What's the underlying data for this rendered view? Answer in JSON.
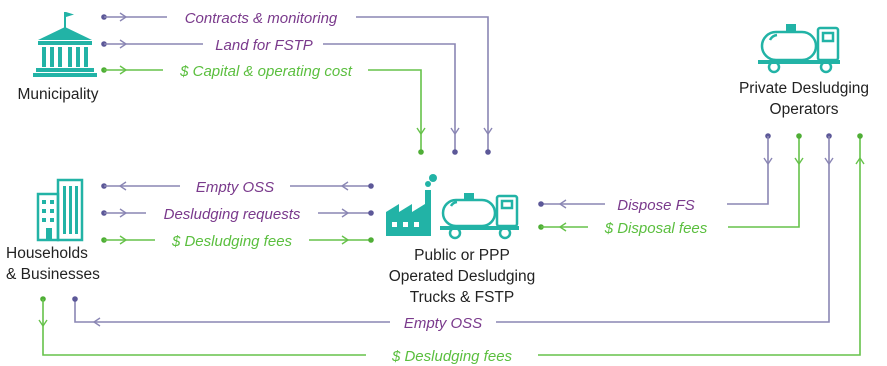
{
  "entities": {
    "municipality": "Municipality",
    "private_operators": [
      "Private Desludging",
      "Operators"
    ],
    "households": [
      "Households",
      "& Businesses"
    ],
    "public_ppp": [
      "Public or PPP",
      "Operated Desludging",
      "Trucks & FSTP"
    ]
  },
  "flows": {
    "contracts": "Contracts & monitoring",
    "land": "Land for FSTP",
    "capital": "$ Capital & operating cost",
    "empty_oss_top": "Empty OSS",
    "desludging_requests": "Desludging requests",
    "desludging_fees_mid": "$ Desludging fees",
    "dispose_fs": "Dispose FS",
    "disposal_fees": "$ Disposal fees",
    "empty_oss_bottom": "Empty OSS",
    "desludging_fees_bottom": "$ Desludging fees"
  },
  "colors": {
    "purple_text": "#7a3a8c",
    "green_text": "#5bbf3f",
    "purple_line": "#8a86b4",
    "green_line": "#66c24a",
    "icon_teal": "#22b3a6"
  },
  "icons": [
    "government-building-icon",
    "office-buildings-icon",
    "factory-icon",
    "tanker-truck-icon"
  ]
}
